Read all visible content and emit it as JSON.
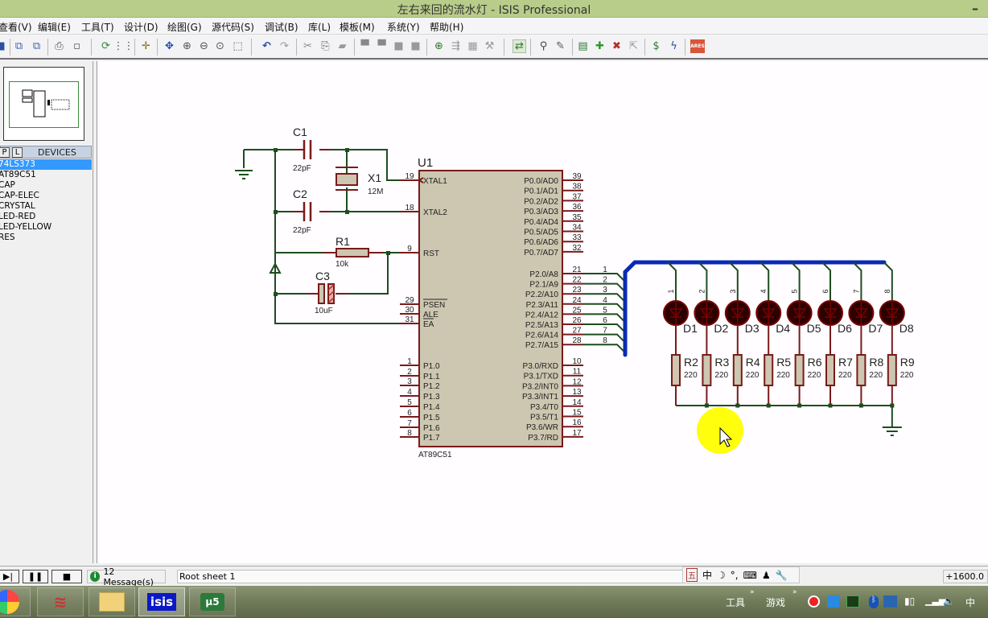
{
  "window": {
    "title": "左右来回的流水灯 - ISIS Professional",
    "minimize_label": "–"
  },
  "menu": [
    {
      "label": "查看(V)"
    },
    {
      "label": "编辑(E)"
    },
    {
      "label": "工具(T)"
    },
    {
      "label": "设计(D)"
    },
    {
      "label": "绘图(G)"
    },
    {
      "label": "源代码(S)"
    },
    {
      "label": "调试(B)"
    },
    {
      "label": "库(L)"
    },
    {
      "label": "模板(M)"
    },
    {
      "label": "系统(Y)"
    },
    {
      "label": "帮助(H)"
    }
  ],
  "toolbar": {
    "icons": [
      "save-icon",
      "import-section-icon",
      "export-section-icon",
      "print-icon",
      "print-area-icon",
      "refresh-icon",
      "grid-icon",
      "origin-icon",
      "pan-icon",
      "zoom-in-icon",
      "zoom-out-icon",
      "zoom-all-icon",
      "zoom-area-icon",
      "undo-icon",
      "redo-icon",
      "cut-icon",
      "copy-icon",
      "paste-icon",
      "block-copy-icon",
      "block-move-icon",
      "block-rotate-icon",
      "block-delete-icon",
      "pick-device-icon",
      "make-device-icon",
      "package-tool-icon",
      "decompose-icon",
      "wire-autorouter-icon",
      "search-icon",
      "property-assignment-icon",
      "new-sheet-icon",
      "add-sheet-icon",
      "remove-sheet-icon",
      "goto-parent-icon",
      "bill-of-materials-icon",
      "electrical-rules-check-icon",
      "ares-netlist-icon"
    ],
    "ares_label": "ARES"
  },
  "sidebar": {
    "tab_p": "P",
    "tab_l": "L",
    "header": "DEVICES",
    "devices": [
      "74LS373",
      "AT89C51",
      "CAP",
      "CAP-ELEC",
      "CRYSTAL",
      "LED-RED",
      "LED-YELLOW",
      "RES"
    ],
    "selected_index": 0
  },
  "schematic": {
    "u1": {
      "ref": "U1",
      "part": "AT89C51",
      "left_pins": [
        {
          "num": "19",
          "name": "XTAL1"
        },
        {
          "num": "18",
          "name": "XTAL2"
        },
        {
          "num": "9",
          "name": "RST"
        },
        {
          "num": "29",
          "name": "PSEN"
        },
        {
          "num": "30",
          "name": "ALE"
        },
        {
          "num": "31",
          "name": "EA"
        },
        {
          "num": "1",
          "name": "P1.0"
        },
        {
          "num": "2",
          "name": "P1.1"
        },
        {
          "num": "3",
          "name": "P1.2"
        },
        {
          "num": "4",
          "name": "P1.3"
        },
        {
          "num": "5",
          "name": "P1.4"
        },
        {
          "num": "6",
          "name": "P1.5"
        },
        {
          "num": "7",
          "name": "P1.6"
        },
        {
          "num": "8",
          "name": "P1.7"
        }
      ],
      "right_pins": [
        {
          "num": "39",
          "name": "P0.0/AD0"
        },
        {
          "num": "38",
          "name": "P0.1/AD1"
        },
        {
          "num": "37",
          "name": "P0.2/AD2"
        },
        {
          "num": "36",
          "name": "P0.3/AD3"
        },
        {
          "num": "35",
          "name": "P0.4/AD4"
        },
        {
          "num": "34",
          "name": "P0.5/AD5"
        },
        {
          "num": "33",
          "name": "P0.6/AD6"
        },
        {
          "num": "32",
          "name": "P0.7/AD7"
        },
        {
          "num": "21",
          "name": "P2.0/A8"
        },
        {
          "num": "22",
          "name": "P2.1/A9"
        },
        {
          "num": "23",
          "name": "P2.2/A10"
        },
        {
          "num": "24",
          "name": "P2.3/A11"
        },
        {
          "num": "25",
          "name": "P2.4/A12"
        },
        {
          "num": "26",
          "name": "P2.5/A13"
        },
        {
          "num": "27",
          "name": "P2.6/A14"
        },
        {
          "num": "28",
          "name": "P2.7/A15"
        },
        {
          "num": "10",
          "name": "P3.0/RXD"
        },
        {
          "num": "11",
          "name": "P3.1/TXD"
        },
        {
          "num": "12",
          "name": "P3.2/INT0"
        },
        {
          "num": "13",
          "name": "P3.3/INT1"
        },
        {
          "num": "14",
          "name": "P3.4/T0"
        },
        {
          "num": "15",
          "name": "P3.5/T1"
        },
        {
          "num": "16",
          "name": "P3.6/WR"
        },
        {
          "num": "17",
          "name": "P3.7/RD"
        }
      ]
    },
    "c1": {
      "ref": "C1",
      "value": "22pF"
    },
    "c2": {
      "ref": "C2",
      "value": "22pF"
    },
    "c3": {
      "ref": "C3",
      "value": "10uF"
    },
    "x1": {
      "ref": "X1",
      "value": "12M"
    },
    "r1": {
      "ref": "R1",
      "value": "10k"
    },
    "bus_labels": [
      "1",
      "2",
      "3",
      "4",
      "5",
      "6",
      "7",
      "8"
    ],
    "leds": [
      {
        "ref": "D1",
        "net": "1"
      },
      {
        "ref": "D2",
        "net": "2"
      },
      {
        "ref": "D3",
        "net": "3"
      },
      {
        "ref": "D4",
        "net": "4"
      },
      {
        "ref": "D5",
        "net": "5"
      },
      {
        "ref": "D6",
        "net": "6"
      },
      {
        "ref": "D7",
        "net": "7"
      },
      {
        "ref": "D8",
        "net": "8"
      }
    ],
    "resistors": [
      {
        "ref": "R2",
        "value": "220"
      },
      {
        "ref": "R3",
        "value": "220"
      },
      {
        "ref": "R4",
        "value": "220"
      },
      {
        "ref": "R5",
        "value": "220"
      },
      {
        "ref": "R6",
        "value": "220"
      },
      {
        "ref": "R7",
        "value": "220"
      },
      {
        "ref": "R8",
        "value": "220"
      },
      {
        "ref": "R9",
        "value": "220"
      }
    ],
    "colors": {
      "wire": "#1e4d1e",
      "pin": "#7a1a1a",
      "body": "#cdc6b0",
      "bus": "#0a2ab5",
      "led": "#7a0000",
      "cursor_highlight": "#ffff00"
    }
  },
  "statusbar": {
    "messages": "12 Message(s)",
    "sheet": "Root sheet 1",
    "coordinate": "+1600.0",
    "ime": [
      "五",
      "中",
      "☽",
      "°,",
      "⌨",
      "👤",
      "🔧"
    ]
  },
  "taskbar": {
    "apps": [
      {
        "name": "browser-app"
      },
      {
        "name": "keil-app"
      },
      {
        "name": "file-explorer-app"
      },
      {
        "name": "isis-app",
        "label": "isis"
      },
      {
        "name": "uvision-app",
        "label": "μ5"
      }
    ],
    "tray_labels": [
      "工具",
      "游戏"
    ],
    "ime_indicator": "中"
  }
}
